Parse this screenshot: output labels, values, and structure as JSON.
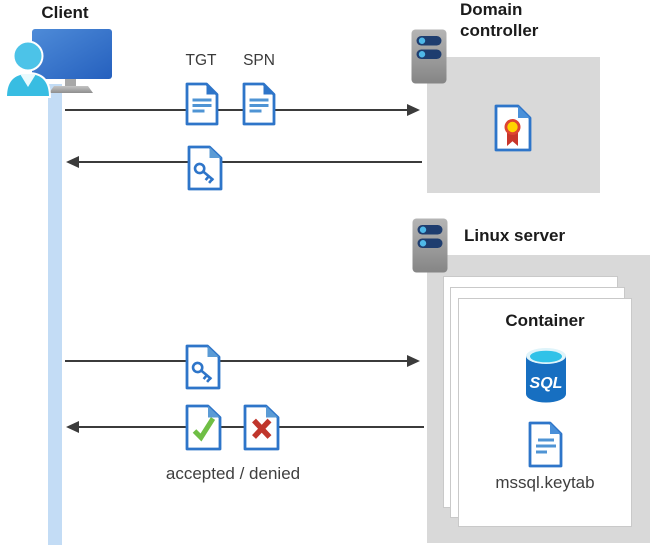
{
  "client": {
    "label": "Client"
  },
  "domain_controller": {
    "label": "Domain controller"
  },
  "linux_server": {
    "label": "Linux server"
  },
  "container": {
    "title": "Container",
    "sql_label": "SQL",
    "keytab_label": "mssql.keytab"
  },
  "flows": {
    "tgt": "TGT",
    "spn": "SPN",
    "result": "accepted / denied"
  },
  "colors": {
    "doc_blue": "#2E75C9",
    "fold_light_blue": "#5B9BD5",
    "doc_line_blue": "#4F94D4",
    "accent_green": "#6FBE45",
    "accent_red": "#C0362C",
    "rosette_red": "#DE4431",
    "rosette_yellow": "#FFD400",
    "sql_body_blue": "#176FC1",
    "sql_top_cyan": "#30C2E8",
    "server_bar_navy": "#1E3D6F",
    "server_dot_blue": "#4FB8E8",
    "box_gray": "#D9D9D9",
    "arrow_gray": "#3B3B3B",
    "lifeline_blue": "#C3DCF5"
  }
}
